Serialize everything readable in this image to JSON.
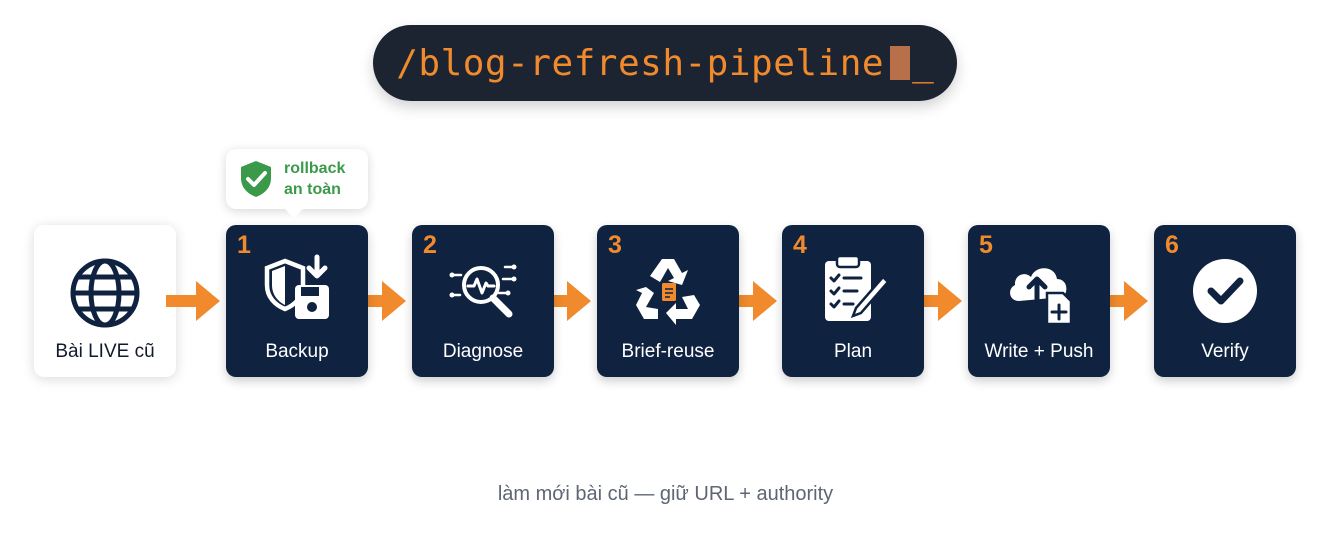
{
  "command": {
    "text": "/blog-refresh-pipeline",
    "cursor": "_"
  },
  "tooltip": {
    "text": "rollback\nan toàn",
    "icon": "shield-check-icon"
  },
  "source": {
    "label": "Bài LIVE cũ",
    "icon": "globe-icon"
  },
  "steps": [
    {
      "number": "1",
      "label": "Backup",
      "icon": "shield-download-disk-icon"
    },
    {
      "number": "2",
      "label": "Diagnose",
      "icon": "magnifier-pulse-icon"
    },
    {
      "number": "3",
      "label": "Brief-reuse",
      "icon": "recycle-document-icon"
    },
    {
      "number": "4",
      "label": "Plan",
      "icon": "clipboard-pencil-icon"
    },
    {
      "number": "5",
      "label": "Write + Push",
      "icon": "cloud-upload-document-icon"
    },
    {
      "number": "6",
      "label": "Verify",
      "icon": "check-circle-icon"
    }
  ],
  "caption": "làm mới bài cũ — giữ URL + authority",
  "colors": {
    "accent": "#f08a2c",
    "node_bg": "#0f2240",
    "pill_bg": "#1c2331",
    "success": "#3a9a4a"
  }
}
